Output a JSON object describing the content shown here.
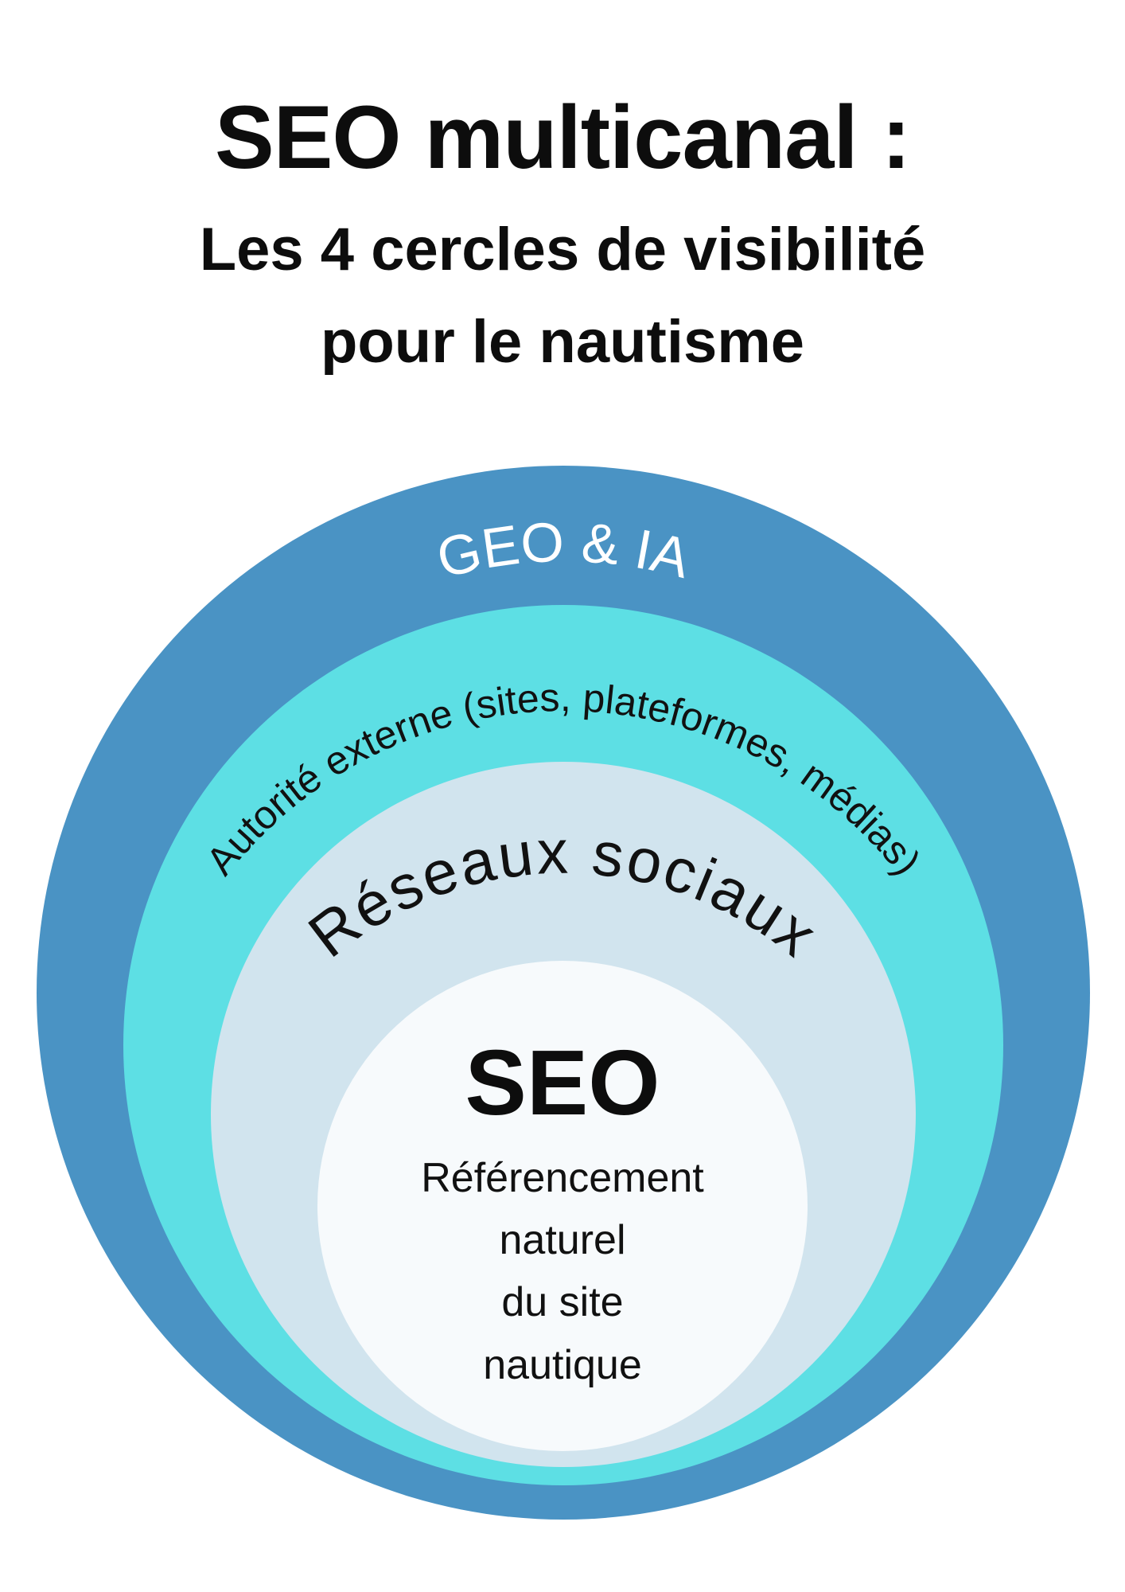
{
  "header": {
    "title": "SEO multicanal :",
    "subtitle_line1": "Les 4 cercles de visibilité",
    "subtitle_line2": "pour le nautisme"
  },
  "circles": {
    "outer": {
      "label": "GEO & IA",
      "color": "#4a93c4"
    },
    "second": {
      "label": "Autorité externe (sites, plateformes, médias)",
      "color": "#5ddfe4"
    },
    "third": {
      "label": "Réseaux sociaux",
      "color": "#d1e4ee"
    },
    "inner": {
      "label": "SEO",
      "description_lines": [
        "Référencement",
        "naturel",
        "du site",
        "nautique"
      ],
      "color": "#f7fafc"
    }
  }
}
